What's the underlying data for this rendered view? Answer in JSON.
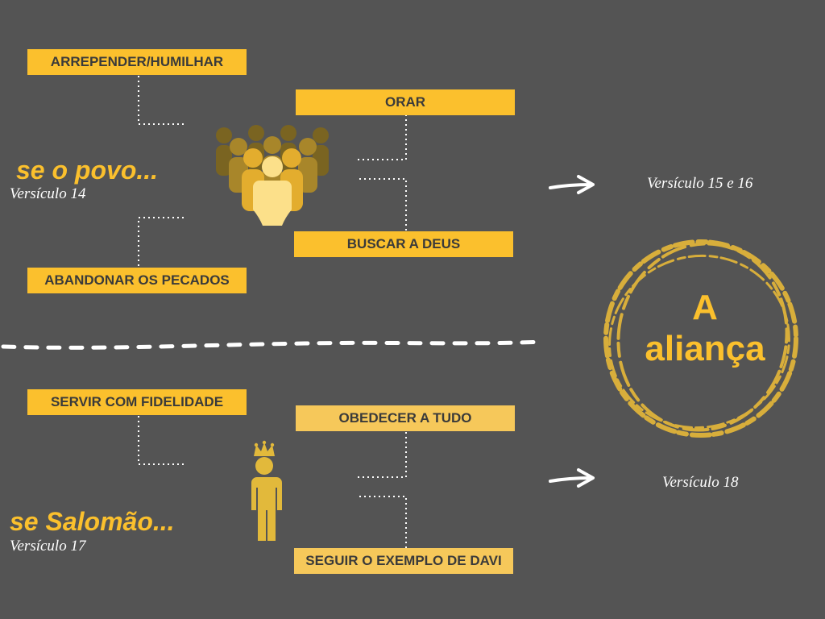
{
  "upper": {
    "heading": "se o povo...",
    "verse": "Versículo 14",
    "actions": [
      "ARREPENDER/HUMILHAR",
      "ORAR",
      "BUSCAR A DEUS",
      "ABANDONAR OS PECADOS"
    ],
    "result_verse": "Versículo 15 e 16"
  },
  "lower": {
    "heading": "se Salomão...",
    "verse": "Versículo 17",
    "actions": [
      "SERVIR COM FIDELIDADE",
      "OBEDECER A TUDO",
      "SEGUIR O EXEMPLO DE DAVI"
    ],
    "result_verse": "Versículo 18"
  },
  "center": {
    "title_line1": "A",
    "title_line2": "aliança"
  },
  "icons": {
    "people": "people-group-icon",
    "king": "crowned-person-icon",
    "arrow": "right-arrow-icon"
  },
  "colors": {
    "background": "#545454",
    "accent": "#fbc02d",
    "box_text": "#3a3a3a",
    "text": "#ffffff"
  }
}
